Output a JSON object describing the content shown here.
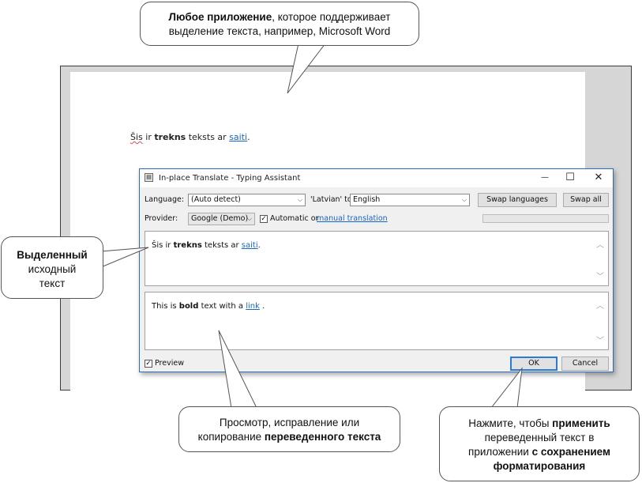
{
  "callouts": {
    "top": {
      "bold": "Любое приложение",
      "rest": ", которое поддерживает",
      "line2": "выделение текста, например, Microsoft Word"
    },
    "left": {
      "bold": "Выделенный",
      "line2": "исходный",
      "line3": "текст"
    },
    "bottom_center": {
      "line1": "Просмотр, исправление или",
      "pre": "копирование ",
      "bold": "переведенного текста"
    },
    "bottom_right": {
      "pre": "Нажмите, чтобы ",
      "bold1": "применить",
      "line2": "переведенный текст в",
      "pre3": "приложении ",
      "bold3": "с сохранением",
      "bold4": "форматирования"
    }
  },
  "document": {
    "source": {
      "part1": "Šis",
      "part2": " ir ",
      "bold": "trekns",
      "part3": " teksts ar ",
      "link": "saiti",
      "end": "."
    }
  },
  "dialog": {
    "title": "In-place Translate - Typing Assistant",
    "minimize": "—",
    "maximize": "☐",
    "close": "✕",
    "language_label": "Language:",
    "source_lang": "(Auto detect)",
    "detected": "'Latvian' to",
    "target_lang": "English",
    "swap_languages": "Swap languages",
    "swap_all": "Swap all",
    "provider_label": "Provider:",
    "provider": "Google (Demo)",
    "automatic_label": "Automatic or",
    "manual_link": "manual translation",
    "automatic_checked": true,
    "source_text": {
      "part1": "Šis ir ",
      "bold": "trekns",
      "part2": " teksts ar ",
      "link": "saiti",
      "end": "."
    },
    "translated_text": {
      "part1": "This is ",
      "bold": "bold",
      "part2": " text with a ",
      "link": "link",
      "end": " ."
    },
    "preview_label": "Preview",
    "preview_checked": true,
    "ok": "OK",
    "cancel": "Cancel"
  },
  "icons": {
    "app": "app-icon",
    "dropdown": "chevron-down-icon",
    "check": "checkmark-icon",
    "scroll_up": "chevron-up-icon",
    "scroll_down": "chevron-down-icon"
  }
}
